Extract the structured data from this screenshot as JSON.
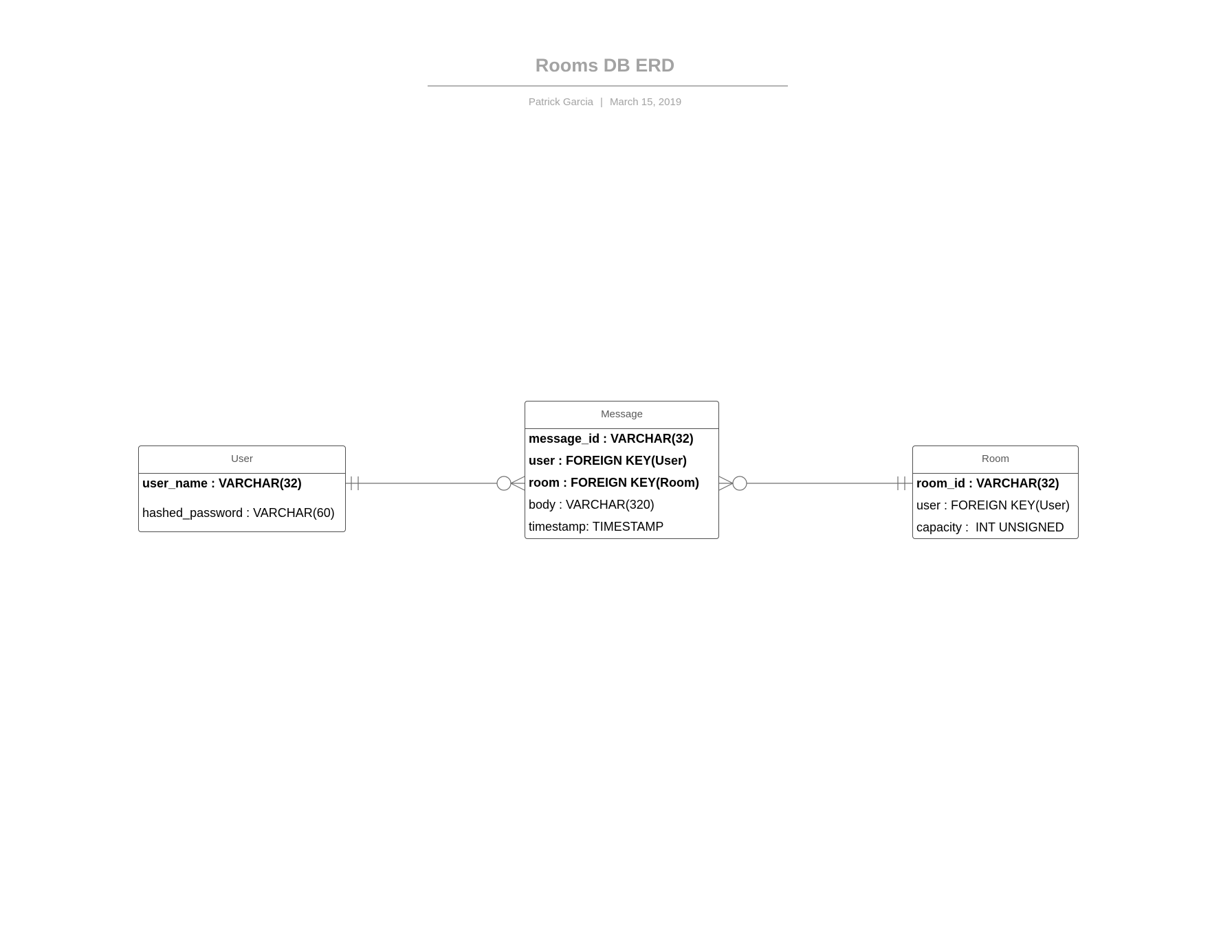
{
  "header": {
    "title": "Rooms DB ERD",
    "author": "Patrick Garcia",
    "separator": "|",
    "date": "March 15, 2019"
  },
  "entities": {
    "user": {
      "name": "User",
      "attributes": [
        {
          "text": "user_name : VARCHAR(32)",
          "key": true
        },
        {
          "text": "hashed_password : VARCHAR(60)",
          "key": false
        }
      ]
    },
    "message": {
      "name": "Message",
      "attributes": [
        {
          "text": "message_id : VARCHAR(32)",
          "key": true
        },
        {
          "text": "user : FOREIGN KEY(User)",
          "key": true
        },
        {
          "text": "room : FOREIGN KEY(Room)",
          "key": true
        },
        {
          "text": "body : VARCHAR(320)",
          "key": false
        },
        {
          "text": "timestamp: TIMESTAMP",
          "key": false
        }
      ]
    },
    "room": {
      "name": "Room",
      "attributes": [
        {
          "text": "room_id : VARCHAR(32)",
          "key": true
        },
        {
          "text": "user : FOREIGN KEY(User)",
          "key": false
        },
        {
          "text": "capacity :  INT UNSIGNED",
          "key": false
        }
      ]
    }
  },
  "relationships": [
    {
      "from": "User",
      "from_cardinality": "exactly-one",
      "to": "Message",
      "to_cardinality": "zero-or-many"
    },
    {
      "from": "Room",
      "from_cardinality": "exactly-one",
      "to": "Message",
      "to_cardinality": "zero-or-many"
    }
  ]
}
